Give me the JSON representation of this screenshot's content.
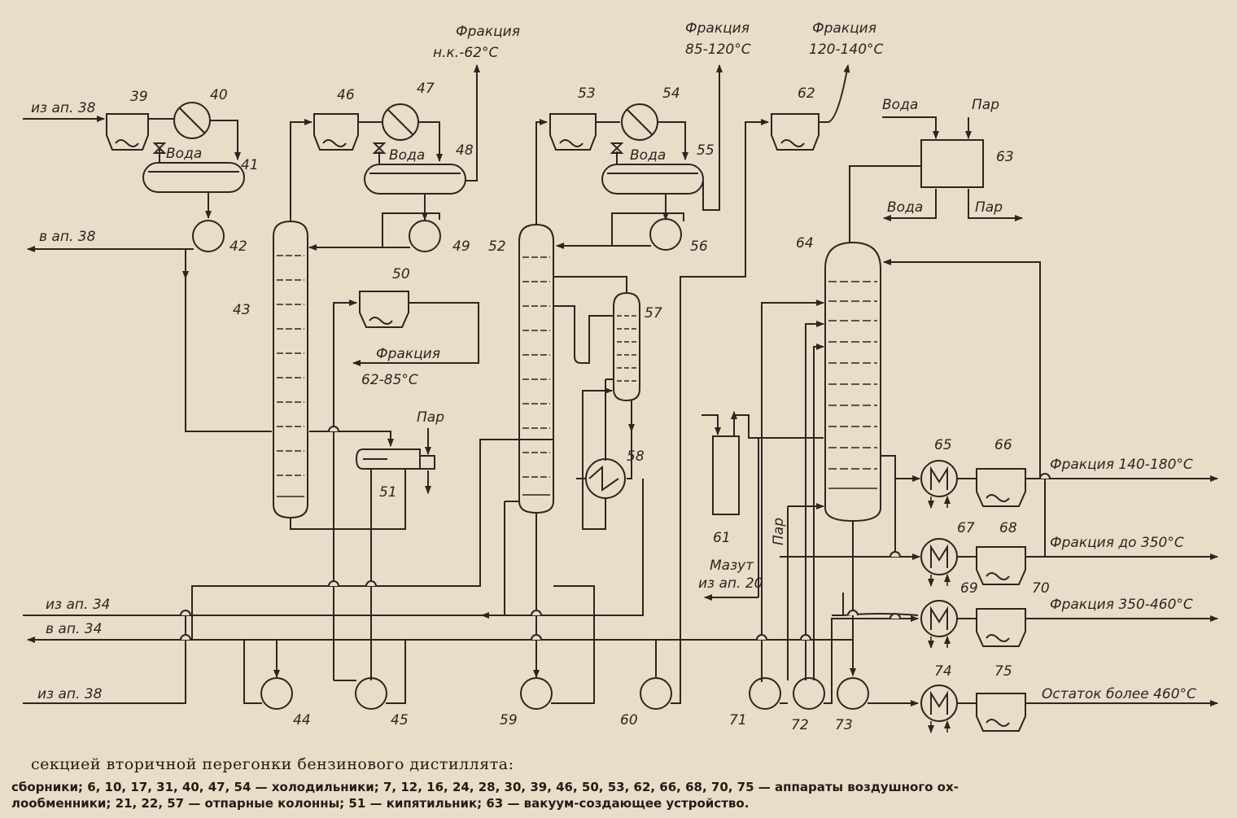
{
  "streams": {
    "fr_nk62": [
      "Фракция",
      "н.к.-62°С"
    ],
    "fr_85_120": [
      "Фракция",
      "85-120°С"
    ],
    "fr_120_140": [
      "Фракция",
      "120-140°С"
    ],
    "fr_62_85": [
      "Фракция",
      "62-85°С"
    ],
    "fr_140_180": "Фракция 140-180°С",
    "fr_350": "Фракция до 350°С",
    "fr_350_460": "Фракция 350-460°С",
    "ostatok": "Остаток более 460°С",
    "iz_ap38_top": "из ап. 38",
    "v_ap38": "в ап. 38",
    "iz_ap34": "из ап. 34",
    "v_ap34": "в ап. 34",
    "iz_ap38_bottom": "из ап. 38",
    "mazut": [
      "Мазут",
      "из ап. 20"
    ],
    "voda": "Вода",
    "par": "Пар"
  },
  "equipment_numbers": [
    "39",
    "40",
    "41",
    "42",
    "43",
    "44",
    "45",
    "46",
    "47",
    "48",
    "49",
    "50",
    "51",
    "52",
    "53",
    "54",
    "55",
    "56",
    "57",
    "58",
    "59",
    "60",
    "61",
    "62",
    "63",
    "64",
    "65",
    "66",
    "67",
    "68",
    "69",
    "70",
    "71",
    "72",
    "73",
    "74",
    "75"
  ],
  "caption": {
    "line1": "секцией вторичной перегонки бензинового дистиллята:",
    "line2": "сборники; 6, 10, 17, 31, 40, 47, 54 — холодильники; 7, 12, 16, 24, 28, 30, 39, 46, 50, 53, 62, 66, 68, 70, 75 — аппараты воздушного ох-",
    "line3": "лообменники; 21, 22, 57 — отпарные колонны; 51 — кипятильник; 63 — вакуум-создающее устройство."
  }
}
